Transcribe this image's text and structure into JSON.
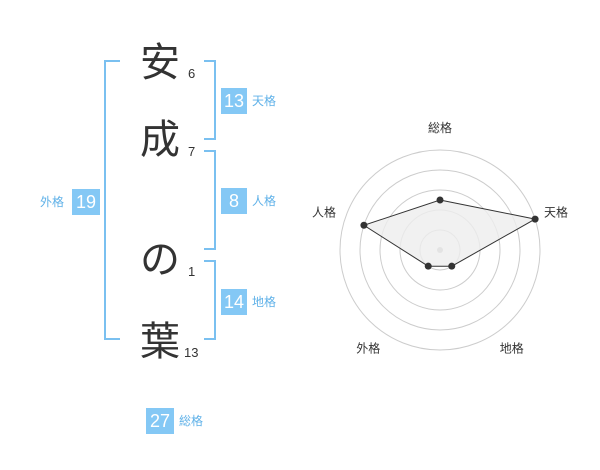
{
  "name": {
    "chars": [
      {
        "char": "安",
        "strokes": "6"
      },
      {
        "char": "成",
        "strokes": "7"
      },
      {
        "char": "の",
        "strokes": "1"
      },
      {
        "char": "葉",
        "strokes": "13"
      }
    ]
  },
  "fortunes": {
    "tenkaku": {
      "value": "13",
      "label": "天格"
    },
    "jinkaku": {
      "value": "8",
      "label": "人格"
    },
    "chikaku": {
      "value": "14",
      "label": "地格"
    },
    "gaikaku": {
      "value": "19",
      "label": "外格"
    },
    "soukaku": {
      "value": "27",
      "label": "総格"
    }
  },
  "chart_data": {
    "type": "radar",
    "axes": [
      "総格",
      "天格",
      "地格",
      "外格",
      "人格"
    ],
    "values": [
      2.5,
      5,
      1,
      1,
      4
    ],
    "max": 5,
    "colors": {
      "fill": "#eeeeee",
      "line": "#333333",
      "grid": "#cccccc",
      "center": "#bbbbbb"
    }
  }
}
